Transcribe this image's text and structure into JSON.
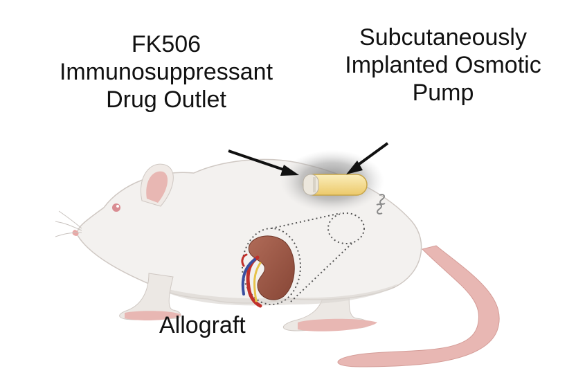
{
  "labels": {
    "drug_outlet": [
      "FK506",
      "Immunosuppressant",
      "Drug Outlet"
    ],
    "pump": [
      "Subcutaneously",
      "Implanted Osmotic",
      "Pump"
    ],
    "allograft": "Allograft"
  },
  "colors": {
    "rat_body": "#f3f1ef",
    "rat_shadow": "#dcd7d3",
    "rat_outline": "#c9c3bf",
    "ear_tail_pink": "#e8b7b3",
    "eye": "#d98c92",
    "kidney": "#9b5a4a",
    "vessel_red": "#c0302b",
    "vessel_blue": "#3a4fa0",
    "ureter_yellow": "#e7c34a",
    "pump_body": "#f3d989",
    "pump_cap": "#e9e4da",
    "pump_halo": "#8a8a8a",
    "arrow": "#111111",
    "text": "#111111"
  },
  "icons": {
    "rat": "rat-illustration",
    "kidney": "kidney-icon",
    "pump": "osmotic-pump-icon",
    "arrow": "arrow-icon"
  }
}
